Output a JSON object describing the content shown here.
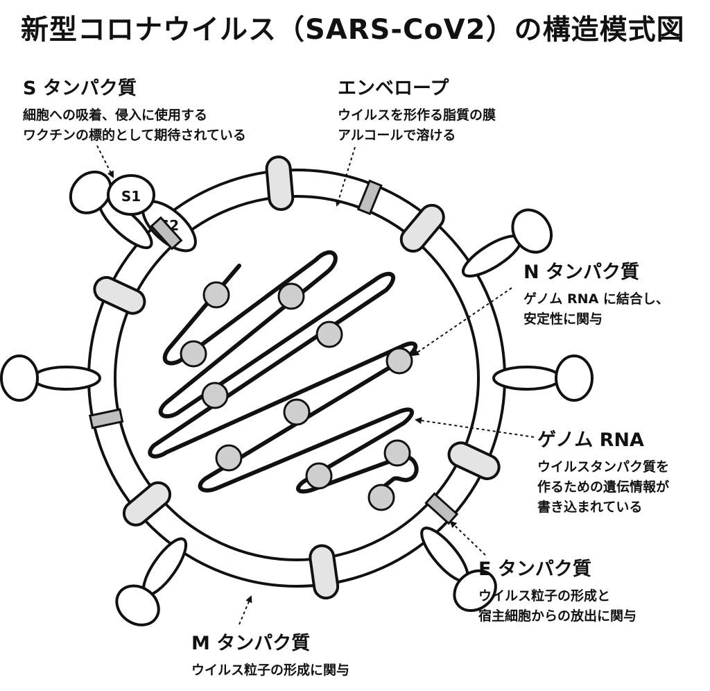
{
  "title": "新型コロナウイルス（SARS-CoV2）の構造模式図",
  "labels": {
    "s_protein": {
      "head": "S タンパク質",
      "lines": [
        "細胞への吸着、侵入に使用する",
        "ワクチンの標的として期待されている"
      ]
    },
    "envelope": {
      "head": "エンベロープ",
      "lines": [
        "ウイルスを形作る脂質の膜",
        "アルコールで溶ける"
      ]
    },
    "n_protein": {
      "head": "N タンパク質",
      "lines": [
        "ゲノム RNA に結合し、",
        "安定性に関与"
      ]
    },
    "genome": {
      "head": "ゲノム RNA",
      "lines": [
        "ウイルスタンパク質を",
        "作るための遺伝情報が",
        "書き込まれている"
      ]
    },
    "e_protein": {
      "head": "E タンパク質",
      "lines": [
        "ウイルス粒子の形成と",
        "宿主細胞からの放出に関与"
      ]
    },
    "m_protein": {
      "head": "M タンパク質",
      "lines": [
        "ウイルス粒子の形成に関与"
      ]
    }
  },
  "spike_subunits": {
    "s1": "S1",
    "s2": "S2"
  },
  "colors": {
    "stroke": "#111111",
    "fill_protein": "#e4e4e4",
    "fill_n": "#cfcfcf",
    "fill_e": "#bfbfbf",
    "background": "#ffffff"
  }
}
